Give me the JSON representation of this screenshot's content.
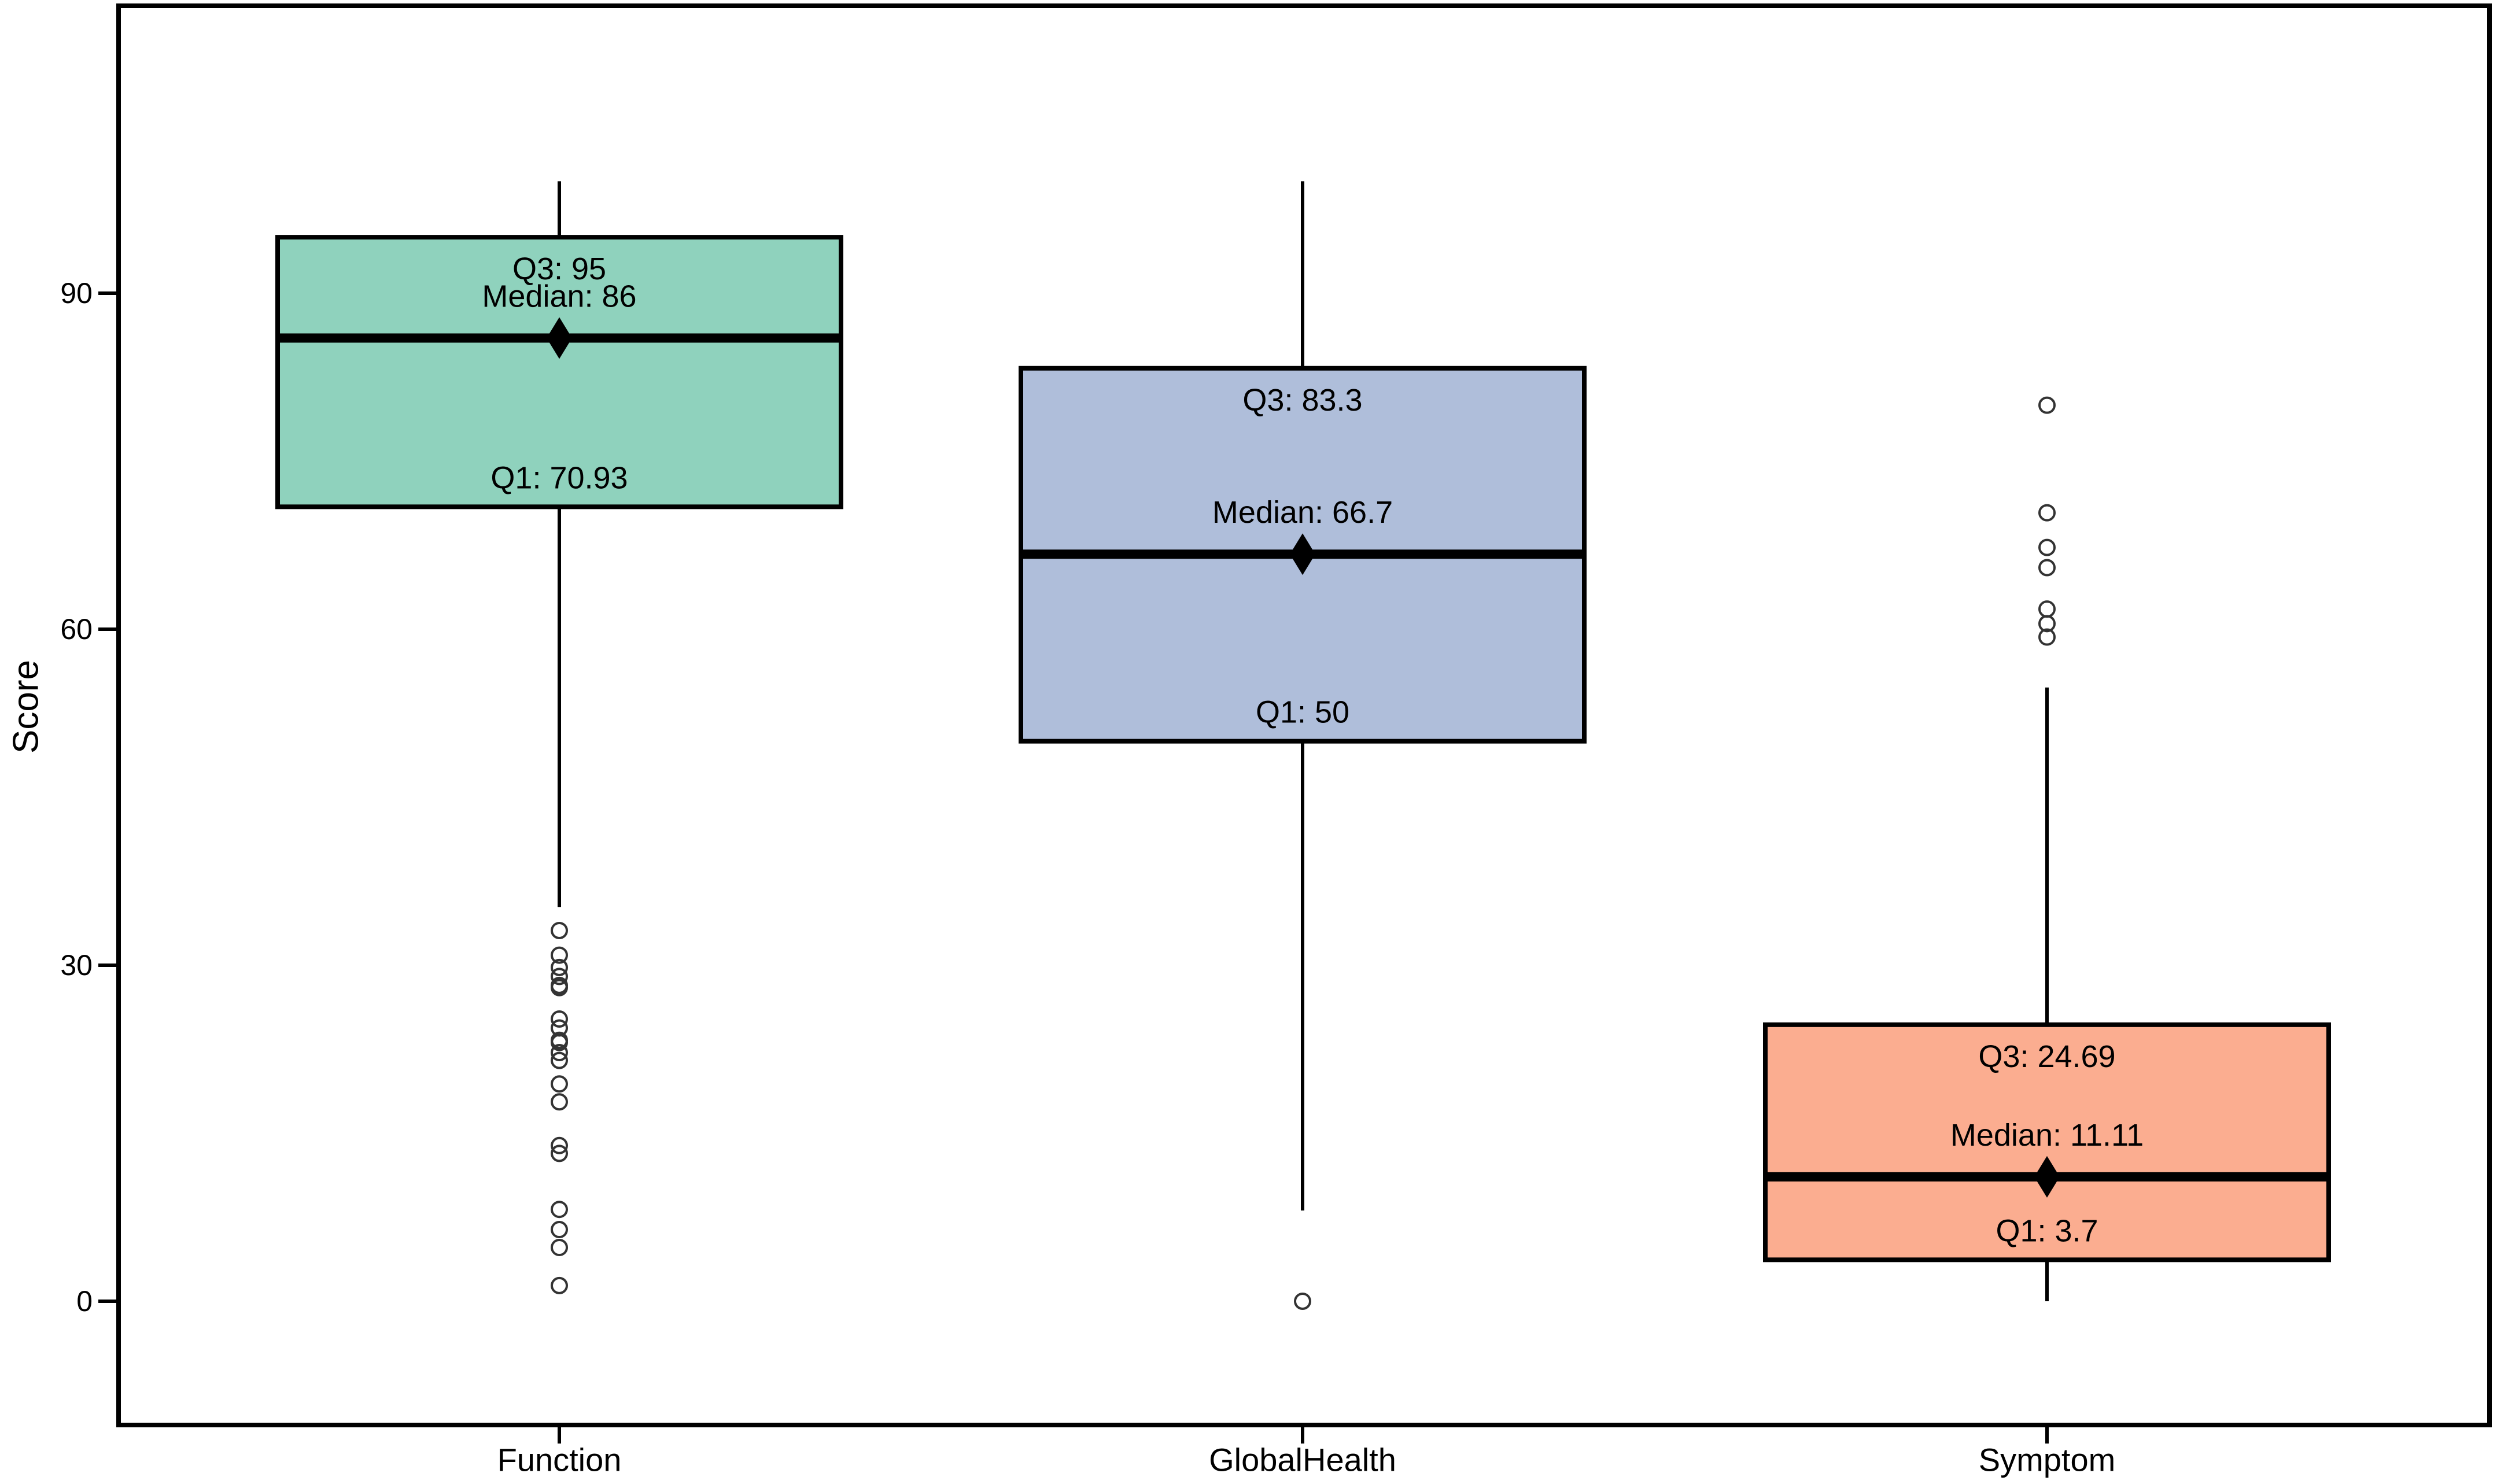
{
  "chart_data": {
    "type": "boxplot",
    "title": "",
    "xlabel": "",
    "ylabel": "Score",
    "ylim": [
      -11,
      116
    ],
    "grid": false,
    "legend": "none",
    "yticks": [
      0,
      30,
      60,
      90
    ],
    "ytick_labels": [
      "0",
      "30",
      "60",
      "90"
    ],
    "categories": [
      "Function",
      "GlobalHealth",
      "Symptom"
    ],
    "series": [
      {
        "name": "Function",
        "q1": 70.93,
        "median": 86,
        "q3": 95,
        "whisker_low": 35.2,
        "whisker_high": 100,
        "mean_marker": 86,
        "outliers": [
          33.1,
          30.9,
          29.8,
          29.0,
          28.2,
          28.0,
          25.2,
          24.4,
          23.3,
          23.1,
          22.2,
          21.5,
          19.4,
          17.8,
          13.9,
          13.2,
          8.2,
          6.4,
          4.8,
          1.4
        ],
        "labels": {
          "q3": "Q3: 95",
          "median": "Median: 86",
          "q1": "Q1: 70.93"
        },
        "color": "#8FD2BD"
      },
      {
        "name": "GlobalHealth",
        "q1": 50,
        "median": 66.7,
        "q3": 83.3,
        "whisker_low": 8.1,
        "whisker_high": 100,
        "mean_marker": 66.7,
        "outliers": [
          0
        ],
        "labels": {
          "q3": "Q3: 83.3",
          "median": "Median: 66.7",
          "q1": "Q1: 50"
        },
        "color": "#AFBEDA"
      },
      {
        "name": "Symptom",
        "q1": 3.7,
        "median": 11.11,
        "q3": 24.69,
        "whisker_low": 0,
        "whisker_high": 54.8,
        "mean_marker": 11.11,
        "outliers": [
          80.0,
          70.4,
          67.3,
          65.5,
          61.8,
          60.5,
          59.3
        ],
        "labels": {
          "q3": "Q3: 24.69",
          "median": "Median: 11.11",
          "q1": "Q1: 3.7"
        },
        "color": "#FBAD90"
      }
    ],
    "stroke_color": "#000000",
    "background_color": "#ffffff"
  }
}
